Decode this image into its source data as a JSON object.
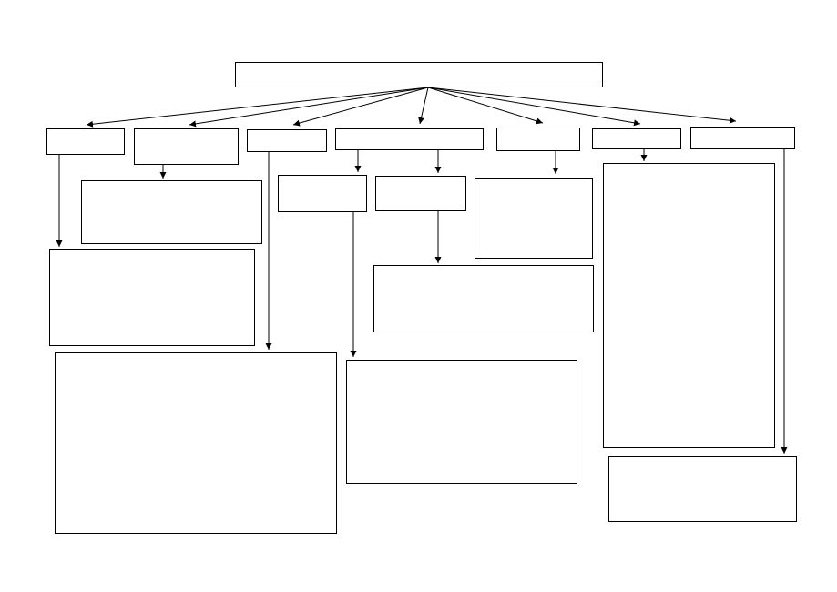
{
  "diagram": {
    "type": "flowchart",
    "line_color": "#000000",
    "box_fill": "#ffffff",
    "background": "#ffffff",
    "nodes": [
      {
        "id": "root",
        "label": ""
      },
      {
        "id": "c1",
        "label": ""
      },
      {
        "id": "c2",
        "label": ""
      },
      {
        "id": "c3",
        "label": ""
      },
      {
        "id": "c4",
        "label": ""
      },
      {
        "id": "c5",
        "label": ""
      },
      {
        "id": "c6",
        "label": ""
      },
      {
        "id": "c7",
        "label": ""
      },
      {
        "id": "c2a",
        "label": ""
      },
      {
        "id": "c1a",
        "label": ""
      },
      {
        "id": "c3a",
        "label": ""
      },
      {
        "id": "c4a",
        "label": ""
      },
      {
        "id": "c4b",
        "label": ""
      },
      {
        "id": "c4a1",
        "label": ""
      },
      {
        "id": "c4b1",
        "label": ""
      },
      {
        "id": "c5a",
        "label": ""
      },
      {
        "id": "c6a",
        "label": ""
      },
      {
        "id": "c7a",
        "label": ""
      }
    ],
    "edges": [
      {
        "from": "root",
        "to": "c1"
      },
      {
        "from": "root",
        "to": "c2"
      },
      {
        "from": "root",
        "to": "c3"
      },
      {
        "from": "root",
        "to": "c4"
      },
      {
        "from": "root",
        "to": "c5"
      },
      {
        "from": "root",
        "to": "c6"
      },
      {
        "from": "root",
        "to": "c7"
      },
      {
        "from": "c1",
        "to": "c1a"
      },
      {
        "from": "c2",
        "to": "c2a"
      },
      {
        "from": "c3",
        "to": "c3a"
      },
      {
        "from": "c4",
        "to": "c4a"
      },
      {
        "from": "c4",
        "to": "c4b"
      },
      {
        "from": "c4a",
        "to": "c4a1"
      },
      {
        "from": "c4b",
        "to": "c4b1"
      },
      {
        "from": "c5",
        "to": "c5a"
      },
      {
        "from": "c6",
        "to": "c6a"
      },
      {
        "from": "c7",
        "to": "c7a"
      }
    ]
  }
}
